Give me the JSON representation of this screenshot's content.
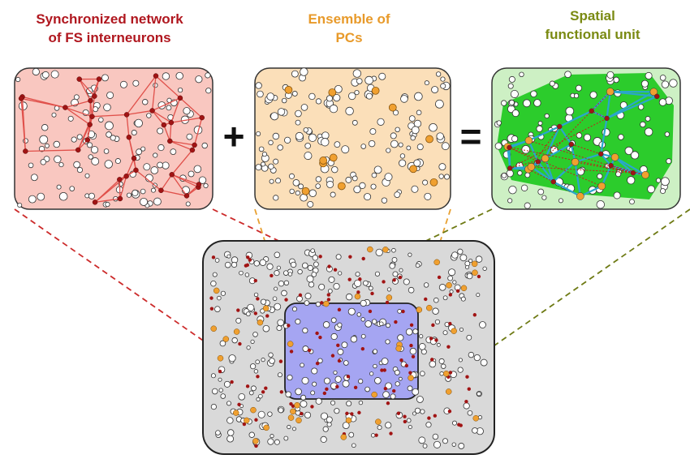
{
  "titles": {
    "fs_network": {
      "line1": "Synchronized network",
      "line2": "of FS interneurons"
    },
    "pc_ensemble": {
      "line1": "Ensemble of",
      "line2": "PCs"
    },
    "functional_unit": {
      "line1": "Spatial",
      "line2": "functional unit"
    }
  },
  "operators": {
    "plus": "+",
    "equals": "="
  },
  "colors": {
    "fs_title": "#b0171f",
    "pc_title": "#e89a2a",
    "unit_title": "#7a8a12",
    "fs_panel": "#f9c7c0",
    "pc_panel": "#fbdfb9",
    "unit_panel": "#cdf0c4",
    "overview_panel": "#d9d9d9",
    "overview_inner": "#a5a5f2",
    "interneuron": "#a11414",
    "pyramidal": "#f0a030",
    "network_edge": "#e0504a",
    "unit_fill": "#2ccc2c",
    "unit_edge": "#2aa6cc",
    "fs_leader": "#cc2a2a",
    "pc_leader": "#e8a030",
    "unit_leader": "#6e7a14"
  }
}
